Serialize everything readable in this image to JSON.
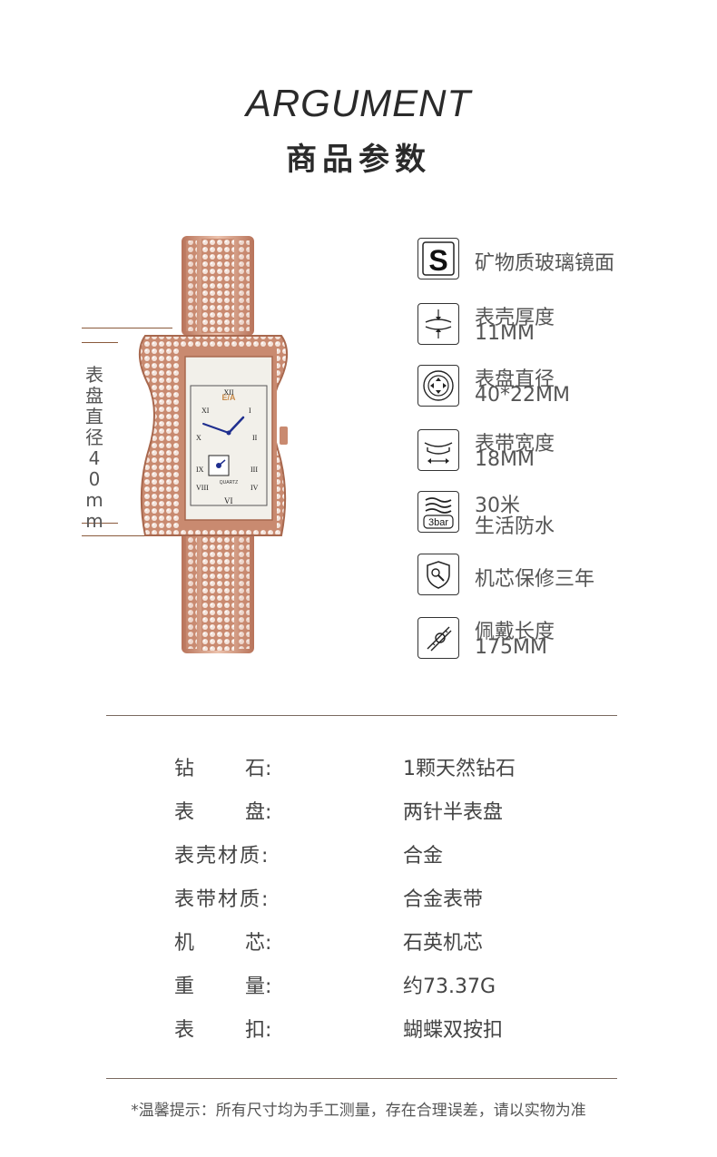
{
  "heading": {
    "en": "ARGUMENT",
    "cn": "商品参数"
  },
  "dimension_label": "表盘直径40mm",
  "watch": {
    "brand_mark": "E/A",
    "dial_text": "QUARTZ"
  },
  "specs": [
    {
      "icon": "s-letter-icon",
      "icon_text": "S",
      "line1": "矿物质玻璃镜面",
      "line2": ""
    },
    {
      "icon": "case-thickness-icon",
      "line1": "表壳厚度",
      "line2": "11MM"
    },
    {
      "icon": "dial-diameter-icon",
      "line1": "表盘直径",
      "line2": "40*22MM"
    },
    {
      "icon": "strap-width-icon",
      "line1": "表带宽度",
      "line2": "18MM"
    },
    {
      "icon": "water-resistance-icon",
      "icon_text": "3bar",
      "line1": "30米",
      "line2": "生活防水"
    },
    {
      "icon": "warranty-shield-icon",
      "line1": "机芯保修三年",
      "line2": ""
    },
    {
      "icon": "wearing-length-icon",
      "line1": "佩戴长度",
      "line2": "175MM"
    }
  ],
  "params": [
    {
      "k1": "钻",
      "k2": "石:",
      "value": "1颗天然钻石"
    },
    {
      "k1": "表",
      "k2": "盘:",
      "value": "两针半表盘"
    },
    {
      "kfull": "表壳材质:",
      "value": "合金"
    },
    {
      "kfull": "表带材质:",
      "value": "合金表带"
    },
    {
      "k1": "机",
      "k2": "芯:",
      "value": "石英机芯"
    },
    {
      "k1": "重",
      "k2": "量:",
      "value": "约73.37G"
    },
    {
      "k1": "表",
      "k2": "扣:",
      "value": "蝴蝶双按扣"
    }
  ],
  "note": "*温馨提示：所有尺寸均为手工测量，存在合理误差，请以实物为准",
  "colors": {
    "rose_gold": "#d9a48a",
    "rose_gold_dark": "#a8684e",
    "dial": "#f2f0ea",
    "hands": "#1f2f8f"
  }
}
